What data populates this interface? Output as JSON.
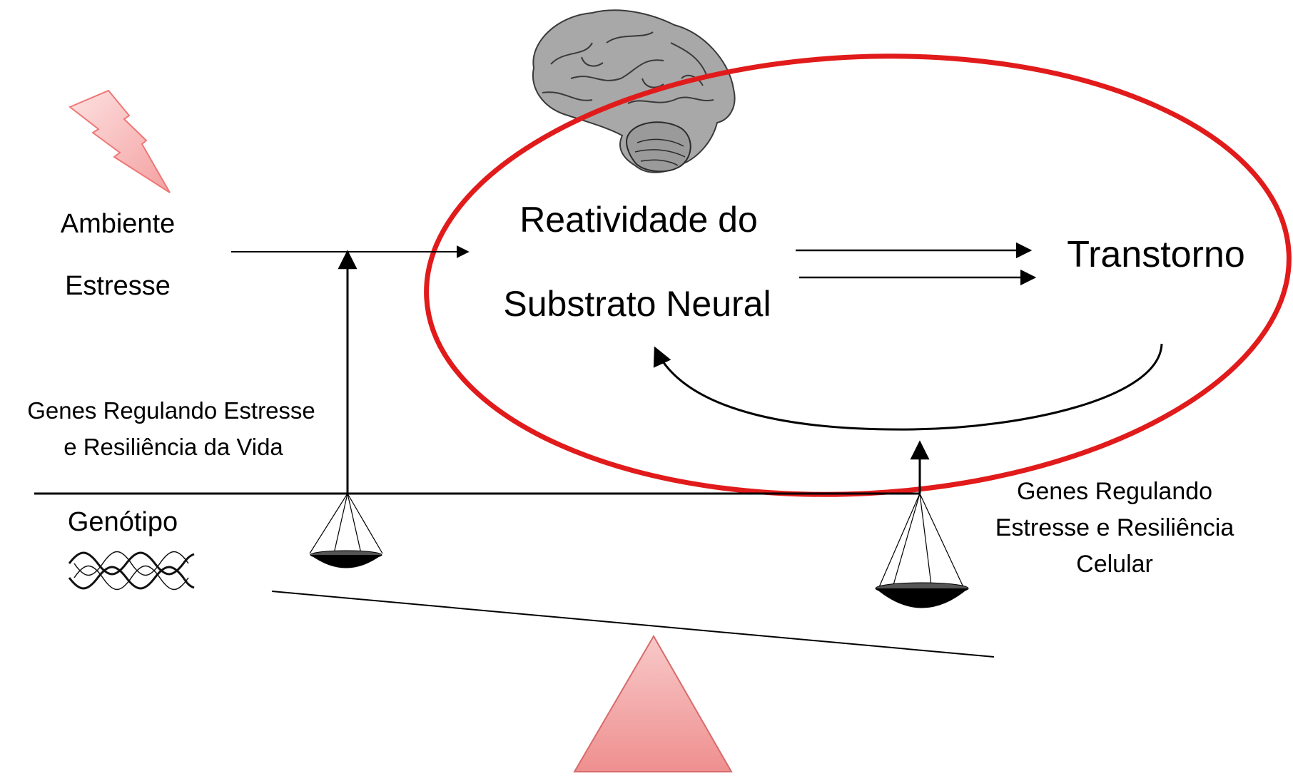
{
  "labels": {
    "ambiente": "Ambiente",
    "estresse": "Estresse",
    "genes_vida_line1": "Genes Regulando Estresse",
    "genes_vida_line2": "e  Resiliência da Vida",
    "genotipo": "Genótipo",
    "reatividade_line1": "Reatividade do",
    "reatividade_line2": "Substrato Neural",
    "transtorno": "Transtorno",
    "genes_celular_line1": "Genes Regulando",
    "genes_celular_line2": "Estresse e Resiliência",
    "genes_celular_line3": "Celular"
  },
  "icons": {
    "stress": "lightning-bolt-icon",
    "brain": "brain-icon",
    "genotype": "dna-helix-icon",
    "fulcrum": "triangle-fulcrum-icon"
  },
  "colors": {
    "highlight_ellipse": "#e11b1b",
    "lightning_fill": "#f7b2b2",
    "fulcrum_fill": "#f29a9a",
    "brain_fill": "#a9a9a9",
    "line": "#000000"
  }
}
